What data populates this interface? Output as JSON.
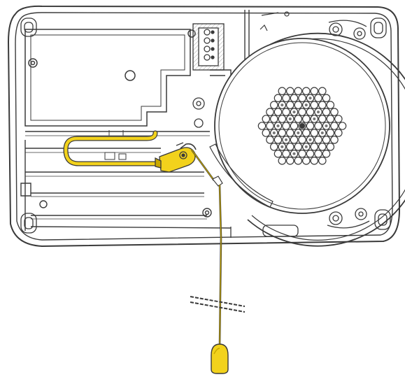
{
  "colors": {
    "line": "#3a3a3a",
    "housing_fill": "#ffffff",
    "pull_cord_yellow": "#f2d21c",
    "pull_cord_dark_yellow": "#c9a900",
    "background": "#ffffff"
  },
  "components": [
    "housing",
    "mounting-plate",
    "terminal-block",
    "switch-mechanism",
    "pull-cord",
    "cord-pull-handle",
    "fan-grille",
    "screw-hole-icon"
  ]
}
